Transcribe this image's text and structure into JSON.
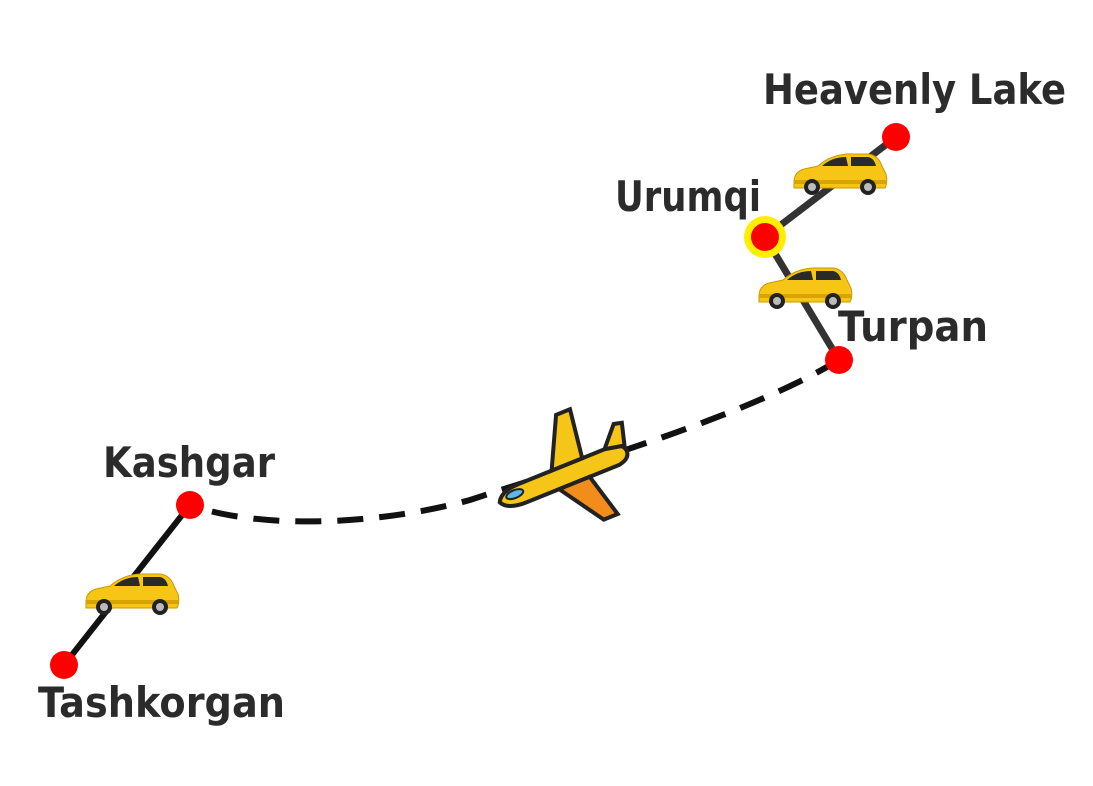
{
  "title": "Xinjiang travel route",
  "stops": [
    {
      "name": "Heavenly Lake",
      "highlight": false
    },
    {
      "name": "Urumqi",
      "highlight": true
    },
    {
      "name": "Turpan",
      "highlight": false
    },
    {
      "name": "Kashgar",
      "highlight": false
    },
    {
      "name": "Tashkorgan",
      "highlight": false
    }
  ],
  "legs": [
    {
      "from": "Urumqi",
      "to": "Heavenly Lake",
      "mode": "car"
    },
    {
      "from": "Urumqi",
      "to": "Turpan",
      "mode": "car"
    },
    {
      "from": "Turpan",
      "to": "Kashgar",
      "mode": "plane"
    },
    {
      "from": "Kashgar",
      "to": "Tashkorgan",
      "mode": "car"
    }
  ],
  "colors": {
    "stop": "#ff0000",
    "highlight_ring": "#ffee00",
    "car": "#f7c515",
    "plane": "#f5c518",
    "route": "#1a1a1a"
  }
}
